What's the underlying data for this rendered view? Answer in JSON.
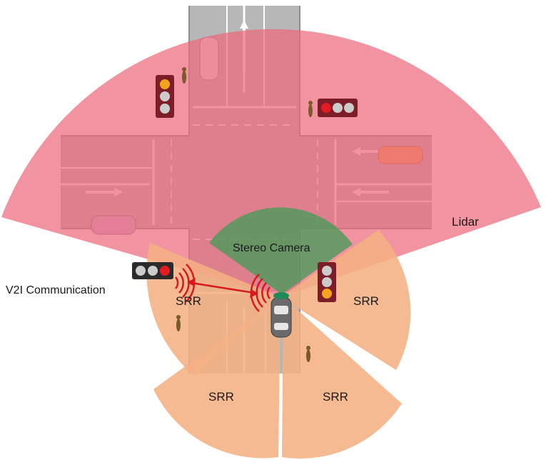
{
  "labels": {
    "lidar": "Lidar",
    "stereo_camera": "Stereo Camera",
    "v2i": "V2I Communication",
    "srr_front_left": "SRR",
    "srr_front_right": "SRR",
    "srr_rear_left": "SRR",
    "srr_rear_right": "SRR"
  },
  "colors": {
    "lidar_zone": "#ec6a7b",
    "stereo_camera_zone": "#4f9a5b",
    "srr_zone": "#f5b184",
    "road": "#b7b7b7",
    "lane_marking": "#ffffff",
    "signal_red": "#e31b23",
    "signal_amber": "#f2a51c",
    "v2i_link": "#d7191c"
  }
}
